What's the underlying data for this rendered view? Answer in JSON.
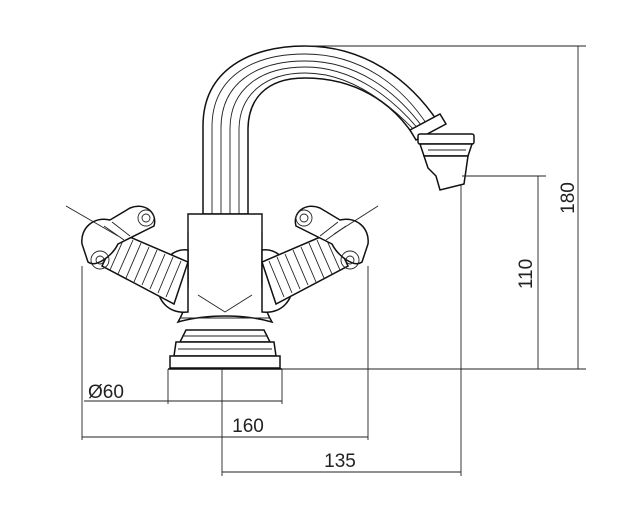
{
  "dimensions": {
    "height_total": "180",
    "height_spout": "110",
    "base_diameter": "Ø60",
    "handle_span": "160",
    "spout_reach": "135"
  }
}
